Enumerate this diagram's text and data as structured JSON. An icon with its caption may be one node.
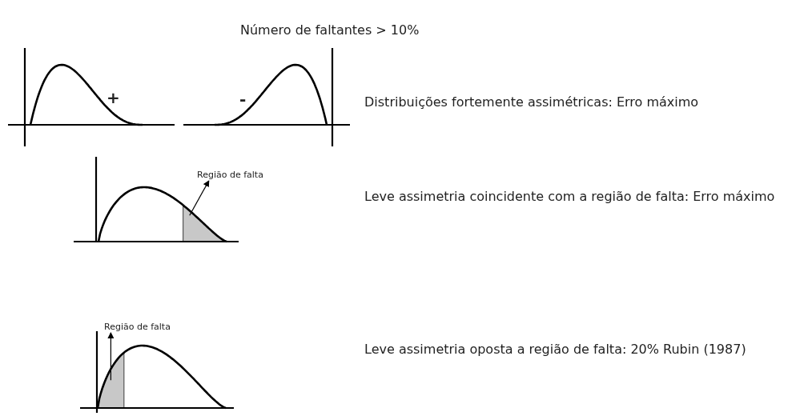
{
  "diagram": {
    "title": "Número de faltantes > 10%",
    "nodes": [
      {
        "text": [
          "Região de falta"
        ]
      },
      {
        "text": [],
        "shape": "area"
      },
      {
        "text": [
          "Região de falta"
        ]
      },
      {
        "text": [],
        "shape": "area"
      }
    ],
    "edges": [
      {
        "from": 1,
        "to": 0,
        "arrow": "to"
      },
      {
        "from": 3,
        "to": 2,
        "arrow": "to"
      }
    ],
    "labels": [
      "+",
      "-",
      "Distribuições fortemente assimétricas: Erro máximo",
      "Leve assimetria coincidente com a região de falta: Erro máximo",
      "Leve assimetria oposta a região de falta: 20% Rubin (1987)"
    ]
  }
}
